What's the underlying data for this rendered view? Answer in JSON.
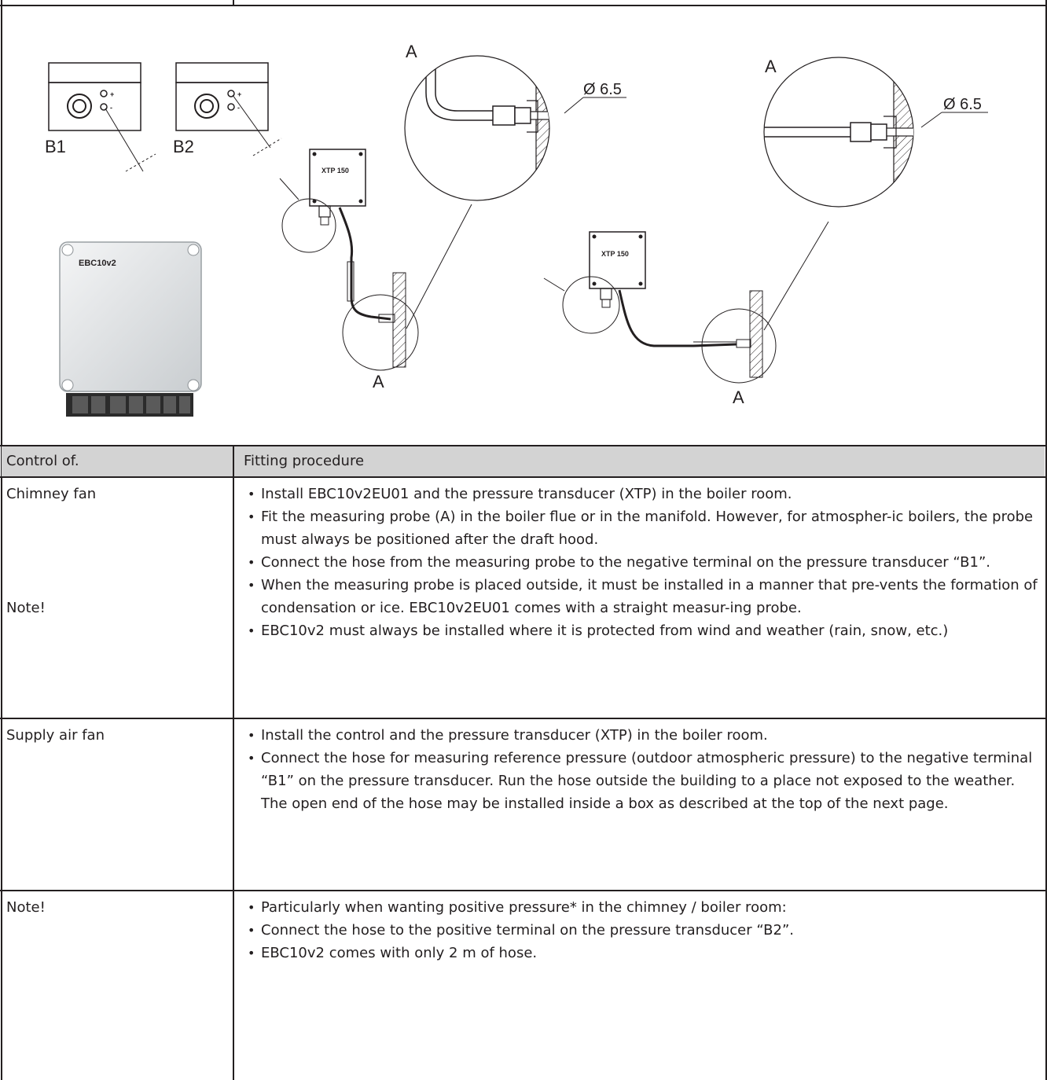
{
  "figure": {
    "labels": {
      "terminal_b1": "B1",
      "terminal_b2": "B2",
      "probe_a": "A",
      "diameter": "Ø 6.5",
      "controller": "EBC10v2",
      "transducer": "XTP 150"
    }
  },
  "table": {
    "headers": {
      "control": "Control of.",
      "procedure": "Fitting procedure"
    },
    "rows": [
      {
        "control": "Chimney fan",
        "note": "Note!",
        "steps": [
          "Install EBC10v2EU01 and the pressure transducer (XTP) in the boiler room.",
          "Fit the measuring probe (A) in the boiler flue or in the manifold. However, for atmospher-ic boilers, the probe must always be positioned after the draft hood.",
          "Connect the hose from the measuring probe to the negative terminal on the pressure transducer “B1”.",
          "When the measuring probe is placed outside, it must be installed in a manner that pre-vents the formation of condensation or ice. EBC10v2EU01 comes with a straight measur-ing probe.",
          "EBC10v2 must always be installed where it is protected from wind and weather (rain, snow, etc.)"
        ]
      },
      {
        "control": "Supply air fan",
        "steps": [
          "Install the control and the pressure transducer (XTP) in the boiler room.",
          "Connect the hose for measuring reference pressure (outdoor atmospheric pressure) to the negative terminal “B1” on the pressure transducer. Run the hose outside the building to a place not exposed to the weather. The open end of the hose may be installed inside a box as described at the top of the next page."
        ]
      },
      {
        "control": "Note!",
        "steps": [
          "Particularly when wanting positive pressure* in the chimney / boiler room:",
          "Connect the hose to the positive terminal on the pressure transducer “B2”.",
          "EBC10v2 comes with only 2 m of hose."
        ]
      }
    ]
  }
}
